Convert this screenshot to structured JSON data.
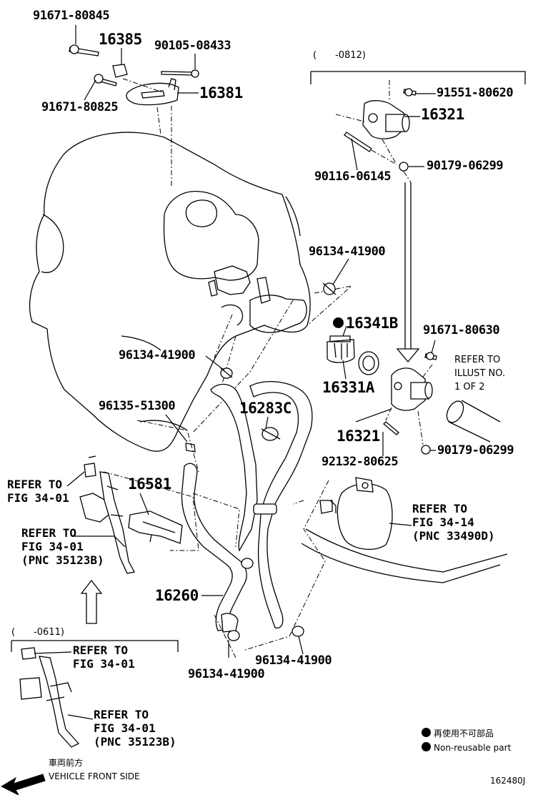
{
  "diagram_id": "162480J",
  "parts": {
    "p1": "91671-80845",
    "p2": "16385",
    "p3": "90105-08433",
    "p4": "16381",
    "p5": "91671-80825",
    "p6": "91551-80620",
    "p7": "16321",
    "p8": "90116-06145",
    "p9": "90179-06299",
    "p10": "96134-41900",
    "p11": "16341B",
    "p12": "91671-80630",
    "p13": "96134-41900",
    "p14": "16331A",
    "p15": "96135-51300",
    "p16": "16283C",
    "p17": "16321",
    "p18": "92132-80625",
    "p19": "90179-06299",
    "p20": "16581",
    "p21": "16260",
    "p22": "96134-41900",
    "p23": "96134-41900"
  },
  "date_codes": {
    "top_right": "(　　-0812)",
    "bottom_left": "(　　-0611)"
  },
  "references": {
    "r1": "REFER TO\nFIG 34-01",
    "r2": "REFER TO\nFIG 34-01\n(PNC 35123B)",
    "r3": "REFER TO\nFIG 34-14\n(PNC 33490D)",
    "r4": "REFER TO\nILLUST NO.\n1 OF 2",
    "r5": "REFER TO\nFIG 34-01",
    "r6": "REFER TO\nFIG 34-01\n(PNC 35123B)"
  },
  "legend": {
    "non_reusable_jp": "再使用不可部品",
    "non_reusable_en": "Non-reusable part"
  },
  "front_side": {
    "jp": "車両前方",
    "en": "VEHICLE FRONT SIDE"
  }
}
